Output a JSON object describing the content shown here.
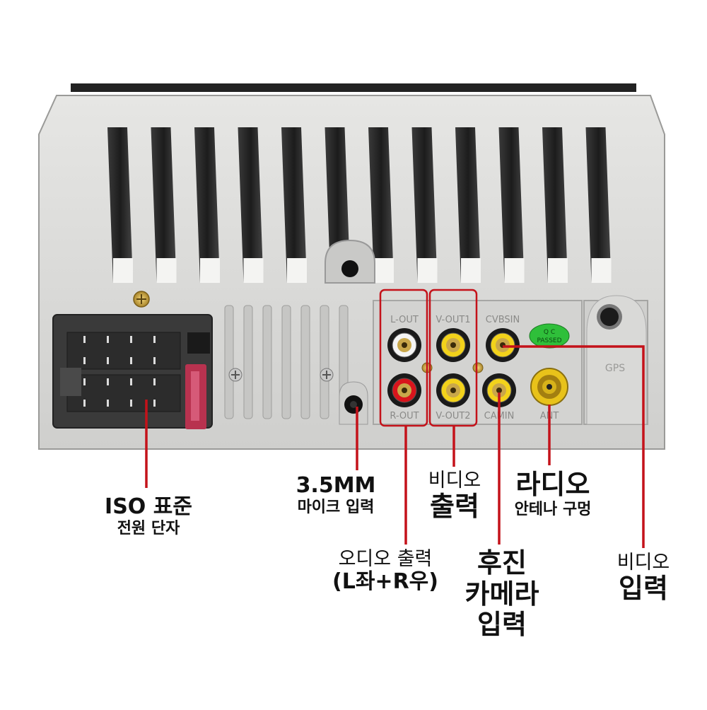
{
  "panel_labels": {
    "l_out": "L-OUT",
    "r_out": "R-OUT",
    "v_out1": "V-OUT1",
    "v_out2": "V-OUT2",
    "cvbs_in": "CVBSIN",
    "cam_in": "CAMIN",
    "ant": "ANT",
    "gps": "GPS",
    "qc_line1": "Q C",
    "qc_line2": "PASSED"
  },
  "callouts": {
    "iso_line1": "ISO 표준",
    "iso_line2": "전원 단자",
    "mic_line1": "3.5MM",
    "mic_line2": "마이크 입력",
    "video_out_line1": "비디오",
    "video_out_line2": "출력",
    "radio_line1": "라디오",
    "radio_line2": "안테나 구멍",
    "audio_out_line1": "오디오 출력",
    "audio_out_line2": "(L좌+R우)",
    "camera_line1": "후진",
    "camera_line2": "카메라",
    "camera_line3": "입력",
    "video_in_line1": "비디오",
    "video_in_line2": "입력"
  },
  "colors": {
    "callout_line": "#c4121a",
    "chassis": "#d8d8d6",
    "rca_yellow": "#f2d21b",
    "rca_red": "#d8141c",
    "rca_white": "#f4f4f4",
    "qc_green": "#2fbf3a",
    "iso_connector": "#3a3a3a",
    "iso_latch": "#b8324f"
  }
}
